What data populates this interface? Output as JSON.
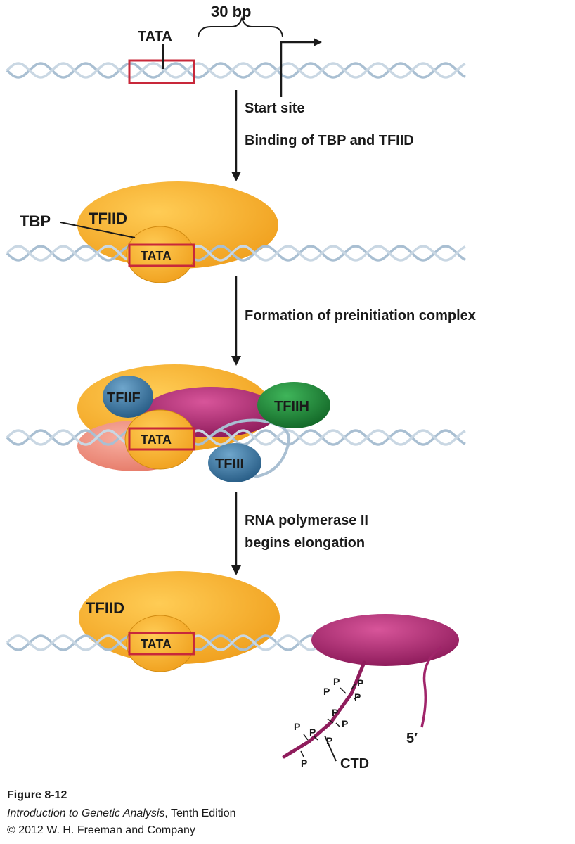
{
  "step1": {
    "tata": "TATA",
    "spacing": "30 bp",
    "start_site": "Start site"
  },
  "arrow1_label": "Binding of TBP and TFIID",
  "step2": {
    "tbp": "TBP",
    "tfiid": "TFIID",
    "tata": "TATA"
  },
  "arrow2_label": "Formation of preinitiation complex",
  "step3": {
    "tfiif": "TFIIF",
    "tfiih": "TFIIH",
    "tfiii": "TFIII",
    "tata": "TATA"
  },
  "arrow3_label": {
    "line1": "RNA polymerase II",
    "line2": "begins elongation"
  },
  "step4": {
    "tfiid": "TFIID",
    "tata": "TATA",
    "p": "P",
    "ctd": "CTD",
    "five_prime": "5′"
  },
  "caption": {
    "figure": "Figure 8-12",
    "book_title": "Introduction to Genetic Analysis",
    "edition": ", Tenth Edition",
    "copyright": "© 2012 W. H. Freeman and Company"
  },
  "colors": {
    "dna": "#a9bfd2",
    "tata_box": "#c8283a",
    "tfiid": "#f5a623",
    "polymerase": "#a0246a",
    "tfiih": "#1f8a3a",
    "blue_factor": "#2f6f9a",
    "salmon": "#f08a7a"
  }
}
